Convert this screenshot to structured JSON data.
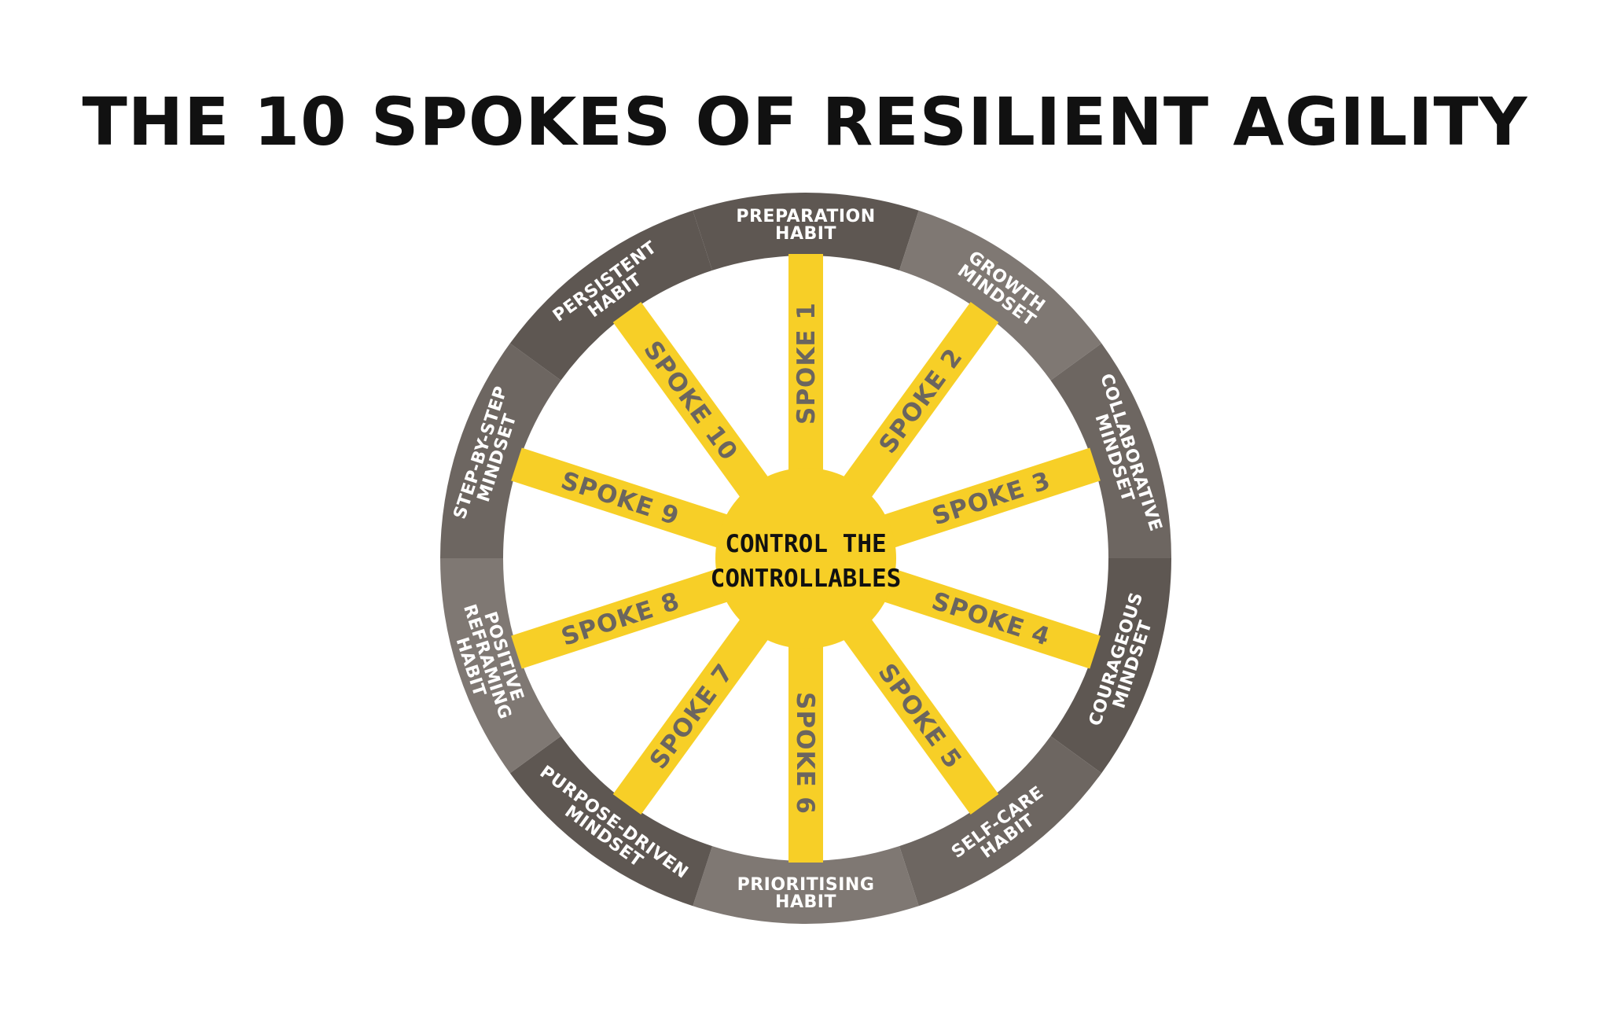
{
  "title": "THE 10 SPOKES OF RESILIENT AGILITY",
  "hub": {
    "lines": [
      "CONTROL THE",
      "CONTROLLABLES"
    ]
  },
  "spokes": [
    {
      "label": "SPOKE 1"
    },
    {
      "label": "SPOKE 2"
    },
    {
      "label": "SPOKE 3"
    },
    {
      "label": "SPOKE 4"
    },
    {
      "label": "SPOKE 5"
    },
    {
      "label": "SPOKE 6"
    },
    {
      "label": "SPOKE 7"
    },
    {
      "label": "SPOKE 8"
    },
    {
      "label": "SPOKE 9"
    },
    {
      "label": "SPOKE 10"
    }
  ],
  "rim_segments": [
    {
      "lines": [
        "PREPARATION",
        "HABIT"
      ]
    },
    {
      "lines": [
        "GROWTH",
        "MINDSET"
      ]
    },
    {
      "lines": [
        "COLLABORATIVE",
        "MINDSET"
      ]
    },
    {
      "lines": [
        "COURAGEOUS",
        "MINDSET"
      ]
    },
    {
      "lines": [
        "SELF-CARE",
        "HABIT"
      ]
    },
    {
      "lines": [
        "PRIORITISING",
        "HABIT"
      ]
    },
    {
      "lines": [
        "PURPOSE-DRIVEN",
        "MINDSET"
      ]
    },
    {
      "lines": [
        "POSITIVE",
        "REFRAMING",
        "HABIT"
      ]
    },
    {
      "lines": [
        "STEP-BY-STEP",
        "MINDSET"
      ]
    },
    {
      "lines": [
        "PERSISTENT",
        "HABIT"
      ]
    }
  ],
  "colors": {
    "spoke": "#f7cf27",
    "spoke_text": "#6b655f",
    "rim_dark": "#5e5752",
    "rim_medium": "#6d6661",
    "rim_light": "#7f7873",
    "rim_text": "#ffffff",
    "hub_text": "#111111"
  }
}
